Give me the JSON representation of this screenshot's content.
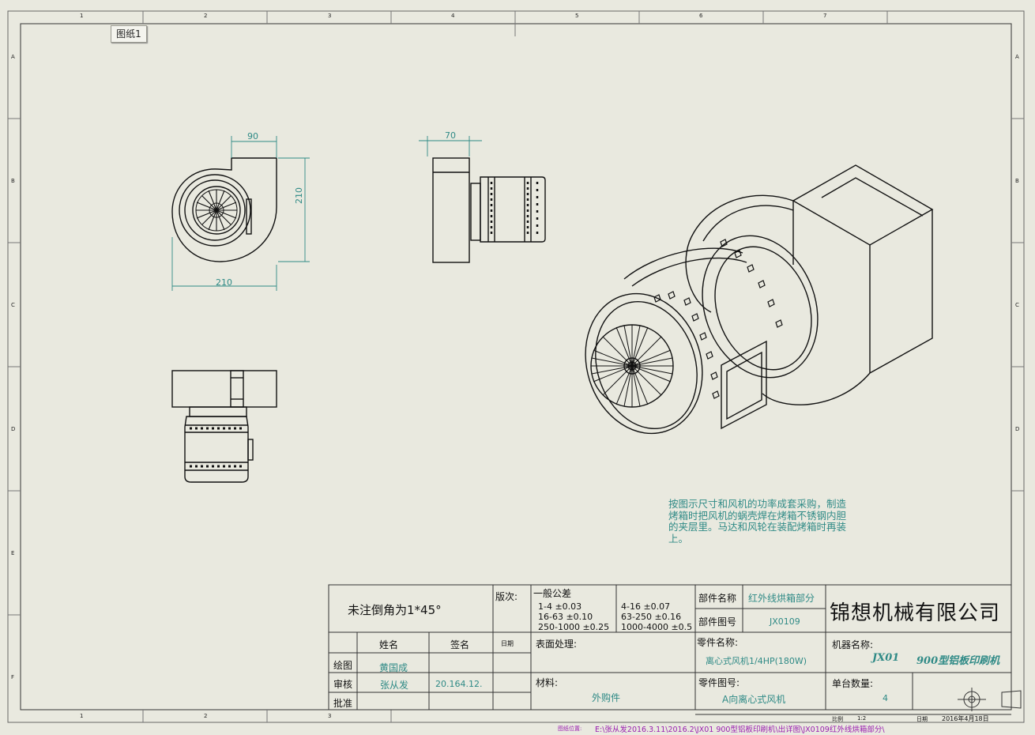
{
  "sheet_tab": "图纸1",
  "zone_numbers": [
    "1",
    "2",
    "3",
    "4",
    "5",
    "6",
    "7"
  ],
  "zone_letters": [
    "A",
    "B",
    "C",
    "D",
    "E",
    "F"
  ],
  "dimensions": {
    "front_width_top": "90",
    "front_height": "210",
    "front_width_bottom": "210",
    "side_width": "70"
  },
  "note": "按图示尺寸和风机的功率成套采购，制造烤箱时把风机的蜗壳焊在烤箱不锈钢内胆的夹层里。马达和风轮在装配烤箱时再装上。",
  "title_block": {
    "chamfer_note": "未注倒角为1*45°",
    "version_label": "版次:",
    "general_tolerance_label": "一般公差",
    "tolerances_left": [
      "1-4  ±0.03",
      "16-63 ±0.10",
      "250-1000 ±0.25"
    ],
    "tolerances_right": [
      "4-16 ±0.07",
      "63-250 ±0.16",
      "1000-4000 ±0.5"
    ],
    "part_name_label": "部件名称",
    "part_name_value": "红外线烘箱部分",
    "part_no_label": "部件图号",
    "part_no_value": "JX0109",
    "company": "锦想机械有限公司",
    "name_header": "姓名",
    "sign_header": "签名",
    "date_header": "日期",
    "rows": [
      {
        "role": "绘图",
        "name": "黄国成",
        "sign": ""
      },
      {
        "role": "审核",
        "name": "张从发",
        "sign": "20.164.12."
      },
      {
        "role": "批准",
        "name": "",
        "sign": ""
      }
    ],
    "surface_label": "表面处理:",
    "material_label": "材料:",
    "material_value": "外购件",
    "component_name_label": "零件名称:",
    "component_name_value": "离心式风机1/4HP(180W)",
    "component_no_label": "零件图号:",
    "component_no_value": "A向离心式风机",
    "machine_name_label": "机器名称:",
    "machine_code": "JX01",
    "machine_name": "900型铝板印刷机",
    "unit_qty_label": "单台数量:",
    "unit_qty_value": "4",
    "scale_label": "比例",
    "scale_value": "1:2",
    "date_label": "日期",
    "date_value": "2016年4月18日",
    "footer_label": "图纸位置:",
    "file_path": "E:\\张从发2016.3.11\\2016.2\\JX01  900型铝板印刷机\\出详图\\JX0109红外线烘箱部分\\"
  }
}
